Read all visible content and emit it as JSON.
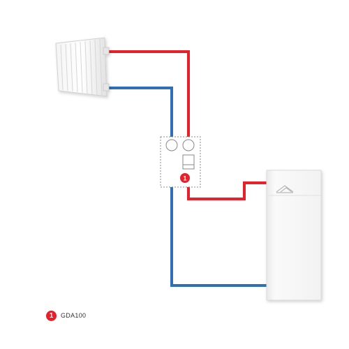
{
  "colors": {
    "supply": "#e8202a",
    "return": "#2f6fb5",
    "badge": "#e8202a",
    "outline": "#888888"
  },
  "components": {
    "radiator": "radiator-icon",
    "module": "module-box",
    "boiler": "boiler-icon"
  },
  "marker": {
    "number": "1"
  },
  "legend": {
    "number": "1",
    "label": "GDA100"
  }
}
